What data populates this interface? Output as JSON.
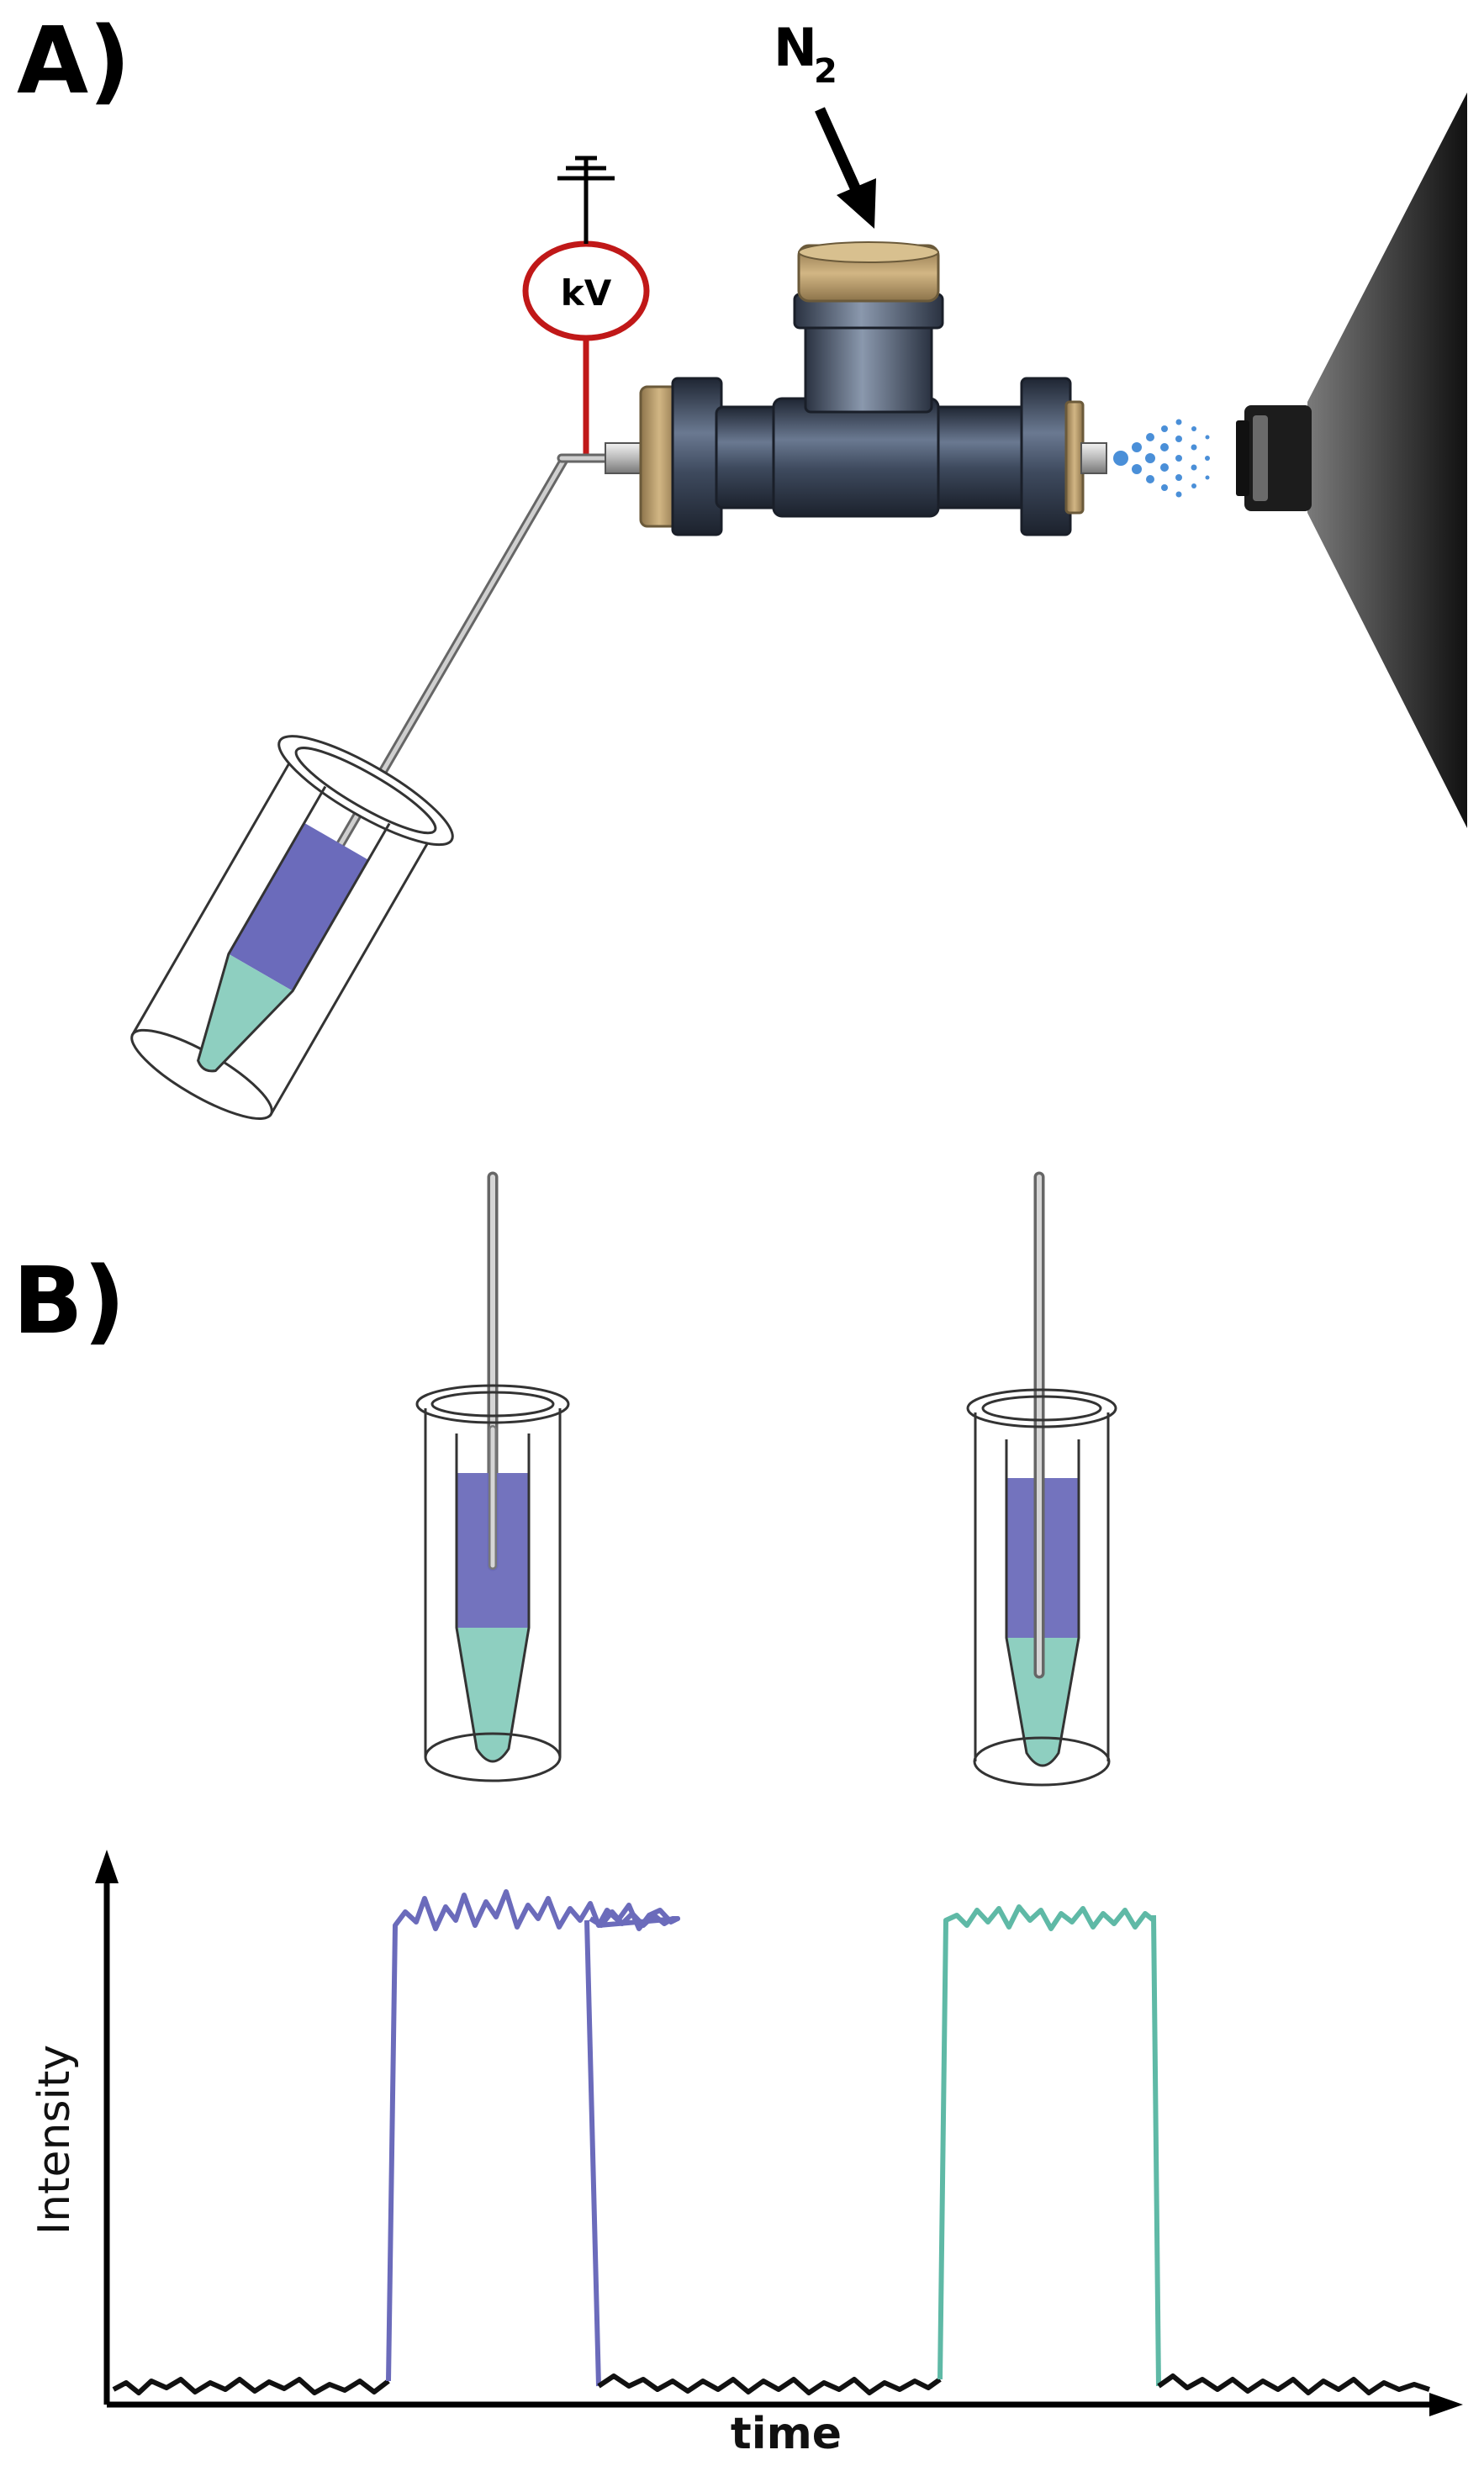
{
  "panels": {
    "a_label": "A)",
    "b_label": "B)"
  },
  "labels": {
    "gas": "N",
    "gas_subscript": "2",
    "voltage": "kV"
  },
  "plot": {
    "y_axis_label": "Intensity",
    "x_axis_label": "time"
  },
  "colors": {
    "blue_liquid": "#6b6bbb",
    "green_liquid": "#8ecfc0",
    "blue_trace": "#6b6bbb",
    "green_trace": "#5fb9a6",
    "baseline_trace": "#111111",
    "hv_red": "#c01818",
    "tee_body": "#3b4659",
    "fitting_tan": "#b89b6b",
    "spray_blue": "#4a8fd8",
    "ms_inlet": "#2e2e2e"
  }
}
